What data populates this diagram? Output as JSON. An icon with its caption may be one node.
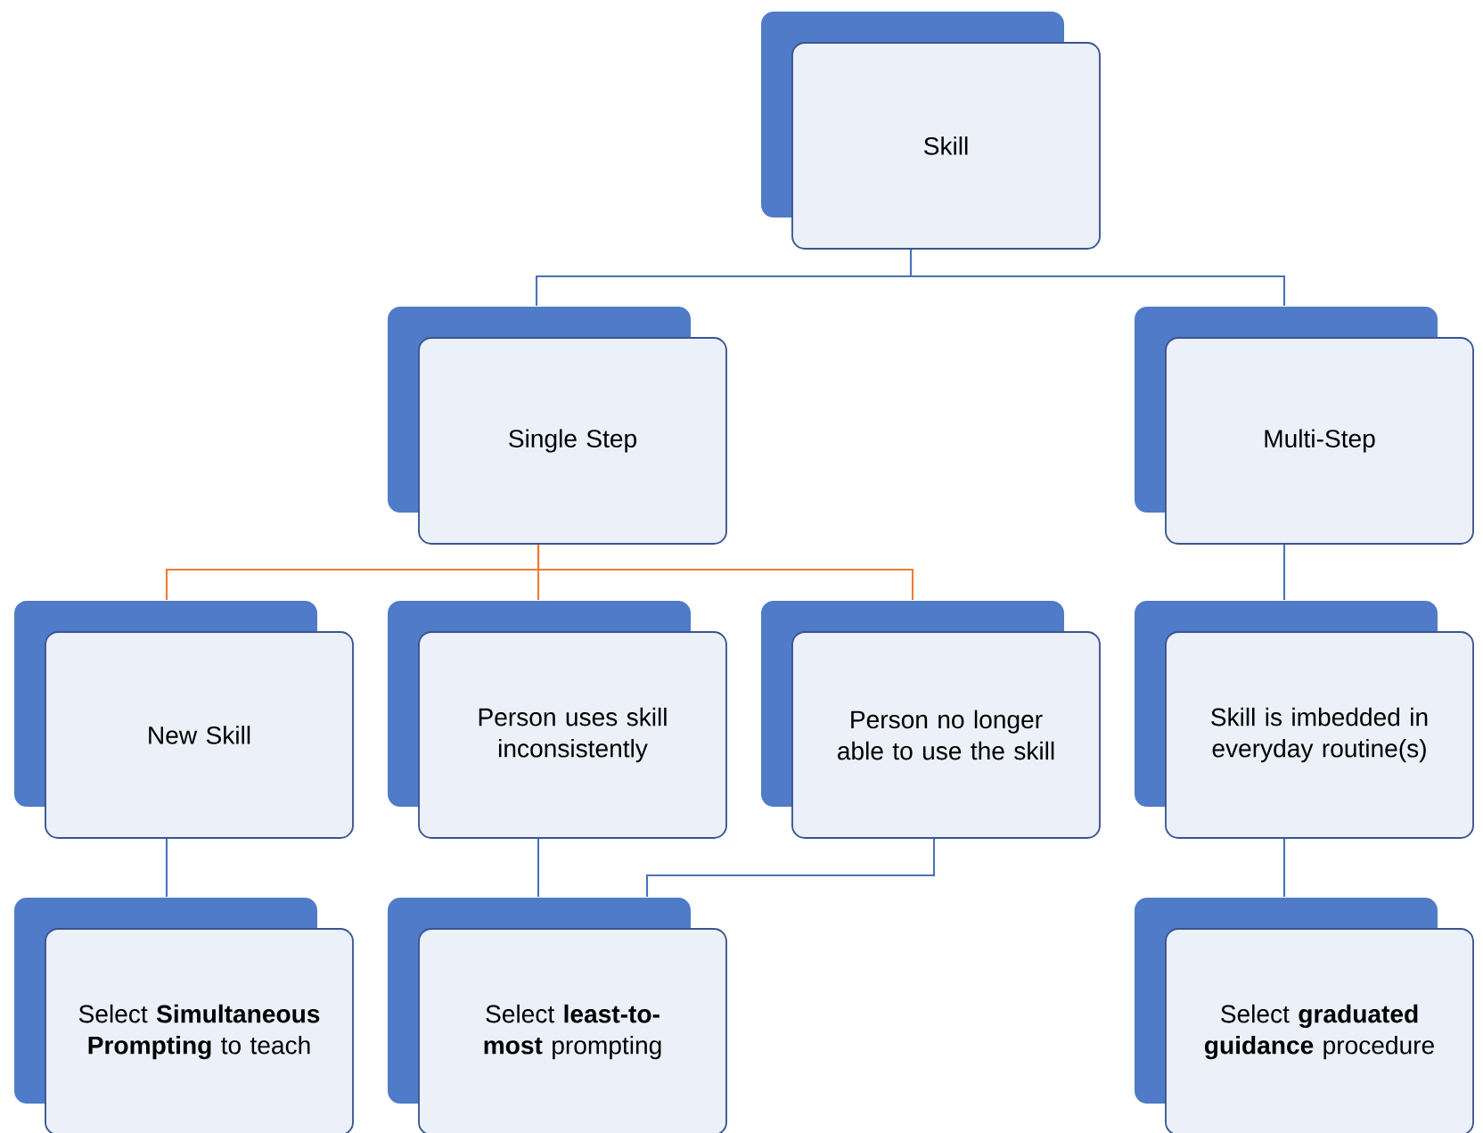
{
  "diagram": {
    "nodes": [
      {
        "text": [
          "Skill"
        ]
      },
      {
        "text": [
          "Single Step"
        ]
      },
      {
        "text": [
          "Multi-Step"
        ]
      },
      {
        "text": [
          "New Skill"
        ]
      },
      {
        "text": [
          "Person uses skill inconsistently"
        ]
      },
      {
        "text": [
          "Person no longer able to use the skill"
        ]
      },
      {
        "text": [
          "Skill is imbedded in everyday routine(s)"
        ]
      },
      {
        "text": [
          "Select **Simultaneous Prompting** to teach"
        ]
      },
      {
        "text": [
          "Select **least-to-most** prompting"
        ]
      },
      {
        "text": [
          "Select **graduated guidance** procedure"
        ]
      }
    ],
    "edges": [
      {
        "from": 0,
        "to": 1,
        "arrow": "none"
      },
      {
        "from": 0,
        "to": 2,
        "arrow": "none"
      },
      {
        "from": 1,
        "to": 3,
        "arrow": "none",
        "color": "#ed7d31"
      },
      {
        "from": 1,
        "to": 4,
        "arrow": "none",
        "color": "#ed7d31"
      },
      {
        "from": 1,
        "to": 5,
        "arrow": "none",
        "color": "#ed7d31"
      },
      {
        "from": 2,
        "to": 6,
        "arrow": "none"
      },
      {
        "from": 3,
        "to": 7,
        "arrow": "none"
      },
      {
        "from": 4,
        "to": 8,
        "arrow": "none"
      },
      {
        "from": 5,
        "to": 8,
        "arrow": "none"
      },
      {
        "from": 6,
        "to": 9,
        "arrow": "none"
      }
    ]
  }
}
